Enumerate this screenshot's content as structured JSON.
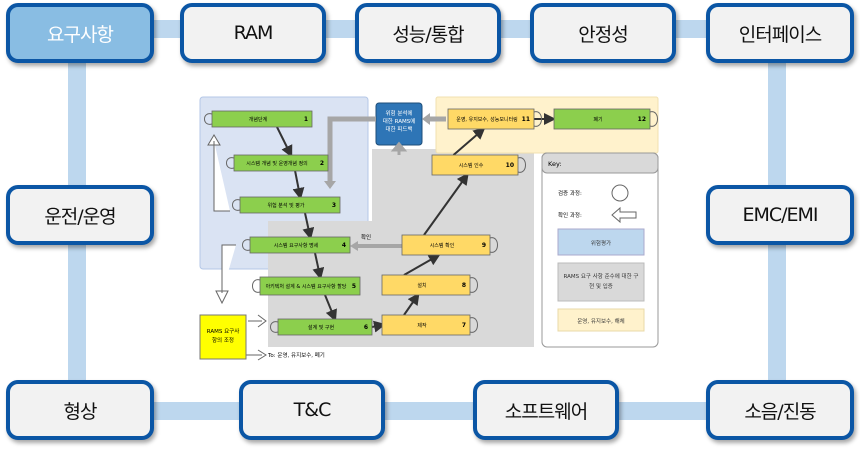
{
  "categories": {
    "top": [
      {
        "label": "요구사항",
        "active": true
      },
      {
        "label": "RAM",
        "active": false
      },
      {
        "label": "성능/통합",
        "active": false
      },
      {
        "label": "안정성",
        "active": false
      },
      {
        "label": "인터페이스",
        "active": false
      }
    ],
    "left": [
      {
        "label": "운전/운영"
      }
    ],
    "right": [
      {
        "label": "EMC/EMI"
      }
    ],
    "bottom": [
      {
        "label": "형상"
      },
      {
        "label": "T&C"
      },
      {
        "label": "소프트웨어"
      },
      {
        "label": "소음/진동"
      }
    ]
  },
  "diagram": {
    "steps": [
      {
        "num": "1",
        "label": "개념단계"
      },
      {
        "num": "2",
        "label": "시스템 개념 및 운영개념 정의"
      },
      {
        "num": "3",
        "label": "위험 분석 및 평가"
      },
      {
        "num": "4",
        "label": "시스템 요구사항 명세"
      },
      {
        "num": "5",
        "label": "아키텍처 설계 & 시스템 요구사항 할당"
      },
      {
        "num": "6",
        "label": "설계 및 구현"
      },
      {
        "num": "7",
        "label": "제작"
      },
      {
        "num": "8",
        "label": "설치"
      },
      {
        "num": "9",
        "label": "시스템 확인"
      },
      {
        "num": "10",
        "label": "시스템 인수"
      },
      {
        "num": "11",
        "label": "운영, 유지보수, 성능모니터링"
      },
      {
        "num": "12",
        "label": "폐기"
      }
    ],
    "feedback_box": [
      "위험 분석에",
      "대한 RAMS에",
      "대한 피드백"
    ],
    "rams_box": [
      "RAMS 요구사",
      "항의 조정"
    ],
    "to_label": "To: 운영, 유지보수, 폐기",
    "validation_label": "확인",
    "key": {
      "title": "Key:",
      "verification": "검증 과정:",
      "validation": "확인 과정:",
      "risk": "위험평가",
      "implementation": [
        "RAMS 요구 사항 준수에 대한 구",
        "현 및 입증"
      ],
      "operation": "운영, 유지보수, 해체"
    },
    "colors": {
      "risk_bg": "#dae3f3",
      "impl_bg": "#d9d9d9",
      "ops_bg": "#fff2cc",
      "green": "#8ccf4d",
      "yellow": "#ffd966",
      "feedback": "#2e75b6",
      "rams": "#ffff00"
    }
  }
}
